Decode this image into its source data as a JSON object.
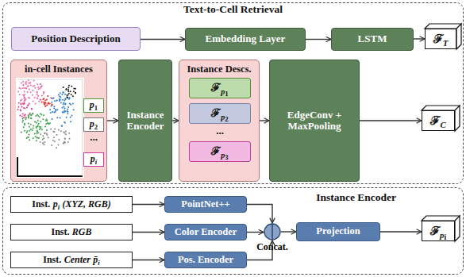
{
  "diagram": {
    "nodes": [
      {
        "text": [
          "Text-to-Cell Retrieval"
        ]
      },
      {
        "text": [
          "Position Description"
        ],
        "in": 0
      },
      {
        "text": [
          "Embedding Layer"
        ],
        "in": 0
      },
      {
        "text": [
          "LSTM"
        ],
        "in": 0
      },
      {
        "text": [
          "ℱ",
          "T"
        ],
        "in": 0
      },
      {
        "text": [
          "in-cell Instances"
        ],
        "in": 0
      },
      {
        "text": [
          "p",
          "1"
        ],
        "in": 5
      },
      {
        "text": [
          "p",
          "2"
        ],
        "in": 5
      },
      {
        "text": [
          "p",
          "i"
        ],
        "in": 5
      },
      {
        "text": [
          "Instance Encoder"
        ],
        "in": 0
      },
      {
        "text": [
          "Instance Descs."
        ],
        "in": 0
      },
      {
        "text": [
          "ℱ",
          "p",
          "1"
        ],
        "in": 10
      },
      {
        "text": [
          "ℱ",
          "p",
          "2"
        ],
        "in": 10
      },
      {
        "text": [
          "ℱ",
          "p",
          "3"
        ],
        "in": 10
      },
      {
        "text": [
          "EdgeConv + MaxPooling"
        ],
        "in": 0
      },
      {
        "text": [
          "ℱ",
          "C"
        ],
        "in": 0
      },
      {
        "text": [
          "Instance Encoder"
        ]
      },
      {
        "text": [
          "Inst.",
          "p",
          "i",
          "(XYZ, RGB)"
        ],
        "in": 16
      },
      {
        "text": [
          "PointNet++"
        ],
        "in": 16
      },
      {
        "text": [
          "Inst.",
          "RGB"
        ],
        "in": 16
      },
      {
        "text": [
          "Color Encoder"
        ],
        "in": 16
      },
      {
        "text": [
          "Inst.",
          "Center",
          "p̄",
          "i"
        ],
        "in": 16
      },
      {
        "text": [
          "Pos. Encoder"
        ],
        "in": 16
      },
      {
        "text": [
          "Concat."
        ],
        "in": 16
      },
      {
        "text": [
          "Projection"
        ],
        "in": 16
      },
      {
        "text": [
          "ℱ",
          "p",
          "i"
        ],
        "in": 16
      }
    ],
    "edges": [
      {
        "from": 1,
        "to": 2,
        "arrow": "to"
      },
      {
        "from": 2,
        "to": 3,
        "arrow": "to"
      },
      {
        "from": 3,
        "to": 4,
        "arrow": "to"
      },
      {
        "from": 5,
        "to": 9,
        "arrow": "to"
      },
      {
        "from": 9,
        "to": 10,
        "arrow": "to"
      },
      {
        "from": 10,
        "to": 14,
        "arrow": "to"
      },
      {
        "from": 14,
        "to": 15,
        "arrow": "to"
      },
      {
        "from": 17,
        "to": 18,
        "arrow": "to"
      },
      {
        "from": 19,
        "to": 20,
        "arrow": "to"
      },
      {
        "from": 21,
        "to": 22,
        "arrow": "to"
      },
      {
        "from": 18,
        "to": 23,
        "arrow": "to"
      },
      {
        "from": 20,
        "to": 23,
        "arrow": "to"
      },
      {
        "from": 22,
        "to": 23,
        "arrow": "to"
      },
      {
        "from": 23,
        "to": 24,
        "arrow": "to"
      },
      {
        "from": 24,
        "to": 25,
        "arrow": "to"
      }
    ],
    "labels": [
      "...",
      "..."
    ]
  }
}
